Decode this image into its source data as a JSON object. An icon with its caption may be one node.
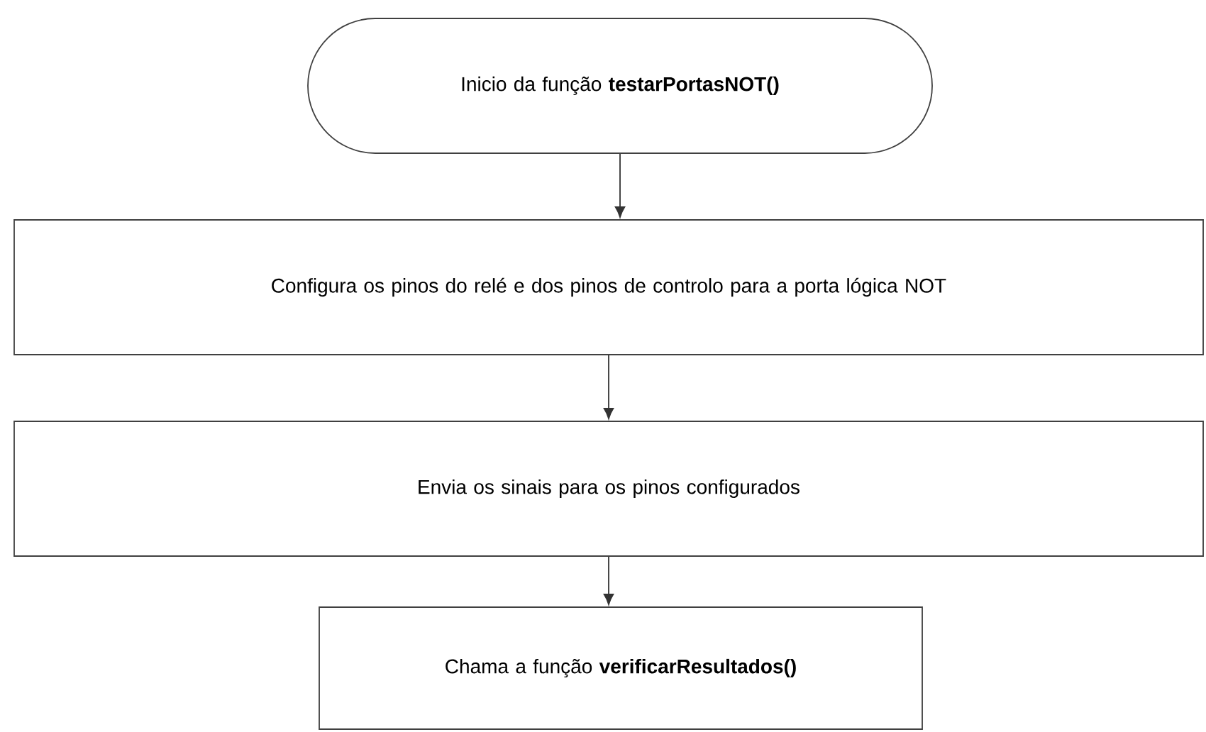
{
  "diagram": {
    "nodes": [
      {
        "text": [
          "Inicio da função **testarPortasNOT()**"
        ]
      },
      {
        "text": [
          "Configura os pinos do relé e dos pinos de controlo para a porta lógica NOT"
        ]
      },
      {
        "text": [
          "Envia os sinais para os pinos configurados"
        ]
      },
      {
        "text": [
          "Chama a função **verificarResultados()**"
        ]
      }
    ],
    "edges": [
      {
        "from": 0,
        "to": 1,
        "arrow": "to"
      },
      {
        "from": 1,
        "to": 2,
        "arrow": "to"
      },
      {
        "from": 2,
        "to": 3,
        "arrow": "to"
      }
    ]
  }
}
